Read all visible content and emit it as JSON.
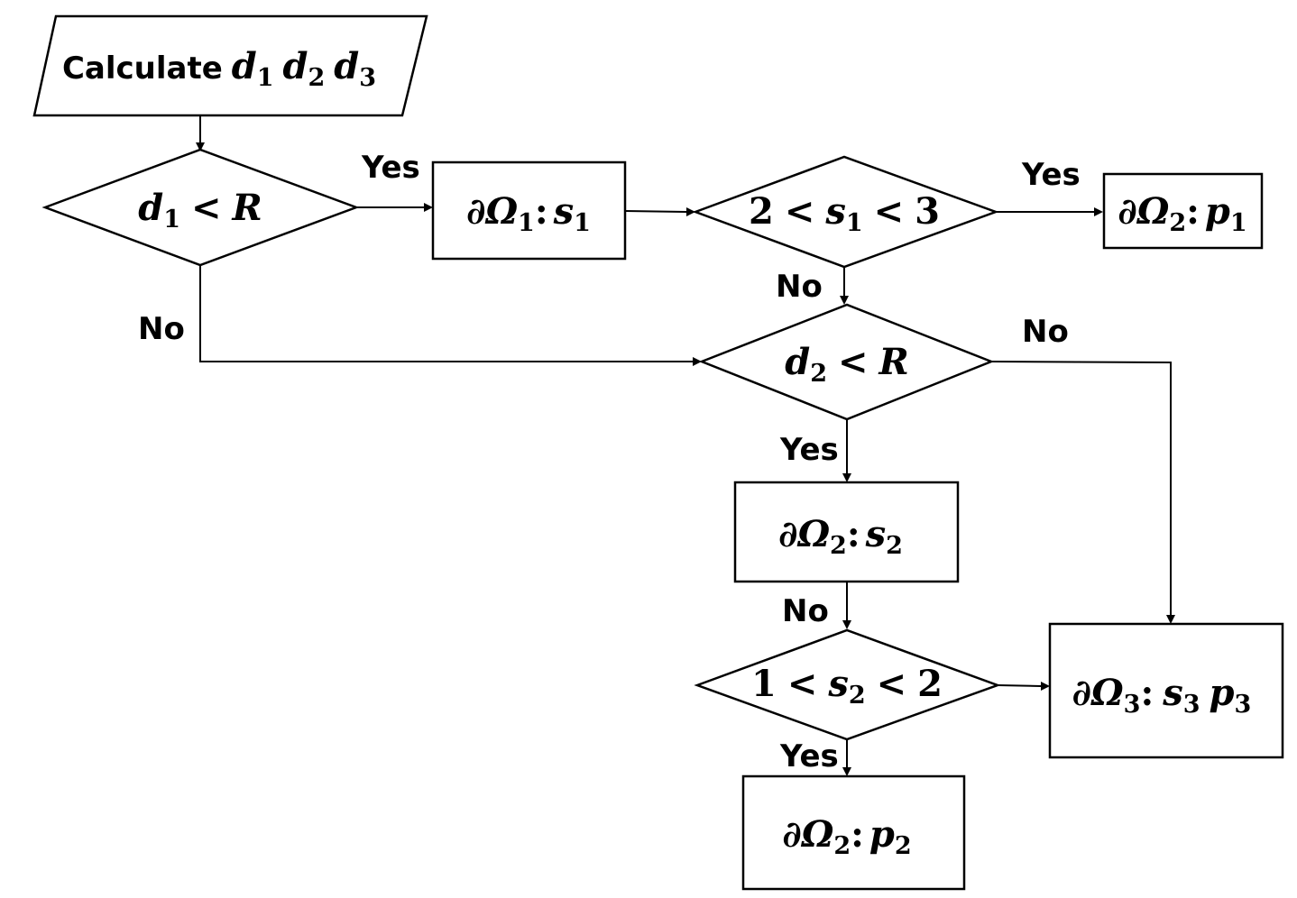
{
  "nodes": {
    "start": {
      "label": "Calculate",
      "vars": [
        "d",
        "d",
        "d"
      ],
      "subs": [
        "1",
        "2",
        "3"
      ]
    },
    "dec_d1": {
      "lhs": "d",
      "lhs_sub": "1",
      "op": "<",
      "rhs": "R"
    },
    "box_o1_s1": {
      "partial": "∂",
      "omega": "Ω",
      "omega_sub": "1",
      "colon": ":",
      "var": "s",
      "var_sub": "1"
    },
    "dec_s1": {
      "low": "2",
      "op1": "<",
      "var": "s",
      "var_sub": "1",
      "op2": "<",
      "high": "3"
    },
    "box_o2_p1": {
      "partial": "∂",
      "omega": "Ω",
      "omega_sub": "2",
      "colon": ":",
      "var": "p",
      "var_sub": "1"
    },
    "dec_d2": {
      "lhs": "d",
      "lhs_sub": "2",
      "op": "<",
      "rhs": "R"
    },
    "box_o2_s2": {
      "partial": "∂",
      "omega": "Ω",
      "omega_sub": "2",
      "colon": ":",
      "var": "s",
      "var_sub": "2"
    },
    "dec_s2": {
      "low": "1",
      "op1": "<",
      "var": "s",
      "var_sub": "2",
      "op2": "<",
      "high": "2"
    },
    "box_o3": {
      "partial": "∂",
      "omega": "Ω",
      "omega_sub": "3",
      "colon": ":",
      "var1": "s",
      "var1_sub": "3",
      "var2": "p",
      "var2_sub": "3"
    },
    "box_o2_p2": {
      "partial": "∂",
      "omega": "Ω",
      "omega_sub": "2",
      "colon": ":",
      "var": "p",
      "var_sub": "2"
    }
  },
  "edge_labels": {
    "d1_yes": "Yes",
    "d1_no": "No",
    "s1_yes": "Yes",
    "s1_no": "No",
    "d2_no": "No",
    "d2_yes": "Yes",
    "s2box_no": "No",
    "s2_yes": "Yes"
  }
}
